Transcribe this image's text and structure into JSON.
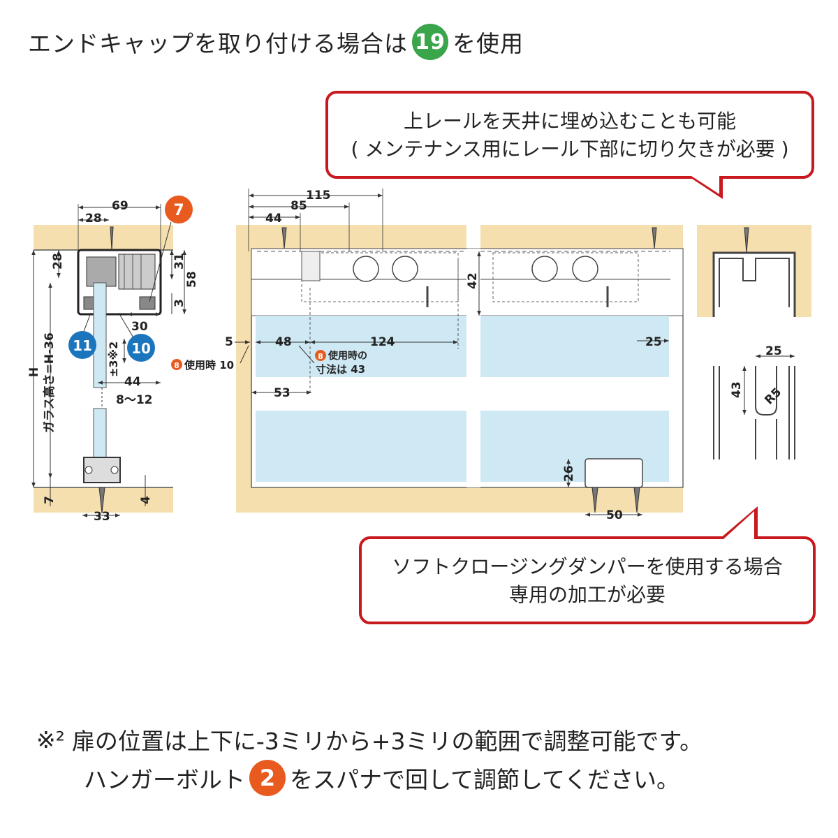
{
  "title": {
    "prefix": "エンドキャップを取り付ける場合は",
    "badge": "19",
    "suffix": "を使用"
  },
  "callout_top": {
    "line1": "上レールを天井に埋め込むことも可能",
    "line2": "( メンテナンス用にレール下部に切り欠きが必要 )"
  },
  "callout_bottom": {
    "line1": "ソフトクロージングダンパーを使用する場合",
    "line2": "専用の加工が必要"
  },
  "footnote": {
    "mark": "※²",
    "line1": "扉の位置は上下に-3ミリから+3ミリの範囲で調整可能です。",
    "line2_prefix": "ハンガーボルト",
    "line2_badge": "2",
    "line2_suffix": "をスパナで回して調節してください。"
  },
  "dims_left": {
    "d69": "69",
    "d28top": "28",
    "b7": "7",
    "d28": "28",
    "d31": "31",
    "d58": "58",
    "d3": "3",
    "d30": "30",
    "b11": "11",
    "b10": "10",
    "pm3": "±3※2",
    "d44": "44",
    "d8_12": "8～12",
    "H": "H",
    "glass": "ガラス高さ=H-36",
    "d7": "7",
    "d4": "4",
    "d33": "33"
  },
  "dims_mid": {
    "d115": "115",
    "d85": "85",
    "d44": "44",
    "d42": "42",
    "d5": "5",
    "d48": "48",
    "d124": "124",
    "d25": "25",
    "use8_10": "使用時 10",
    "use8_43a": "使用時の",
    "use8_43b": "寸法は 43",
    "b8": "8",
    "d53": "53",
    "d26": "26",
    "d50": "50"
  },
  "dims_right": {
    "d25": "25",
    "d43": "43",
    "r5": "R5"
  },
  "colors": {
    "wood": "#f6dfae",
    "glass": "#cfe9f4",
    "red": "#c8191f",
    "green": "#3aa54a",
    "orange": "#e85a1e",
    "blue": "#1b75bc"
  }
}
